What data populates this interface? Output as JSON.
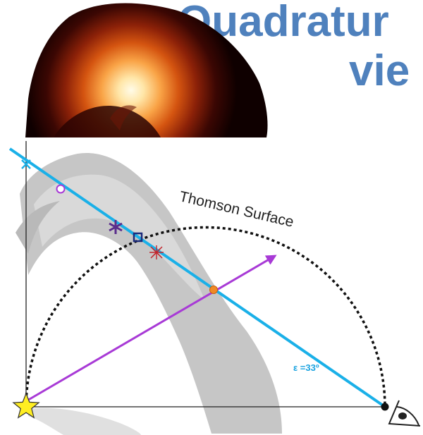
{
  "slide": {
    "title_line1": "Quadratur",
    "title_line2": "vie"
  },
  "diagram": {
    "thomson_surface_label": "Thomson Surface",
    "elongation_label": "ε =33º",
    "colors": {
      "title": "#4f81bd",
      "line_of_sight": "#1ab0e8",
      "sun_direction": "#a83ad6",
      "thomson_surface": "#111111",
      "intersection_point": "#f08a24",
      "star": "#ffee22",
      "asterisk": "#5a2c8c",
      "red_cross": "#c2252c"
    },
    "icons": [
      "sun-star-icon",
      "observer-eye-icon",
      "open-circle-marker",
      "asterisk-marker",
      "square-marker",
      "red-cross-marker",
      "x-marker"
    ]
  }
}
